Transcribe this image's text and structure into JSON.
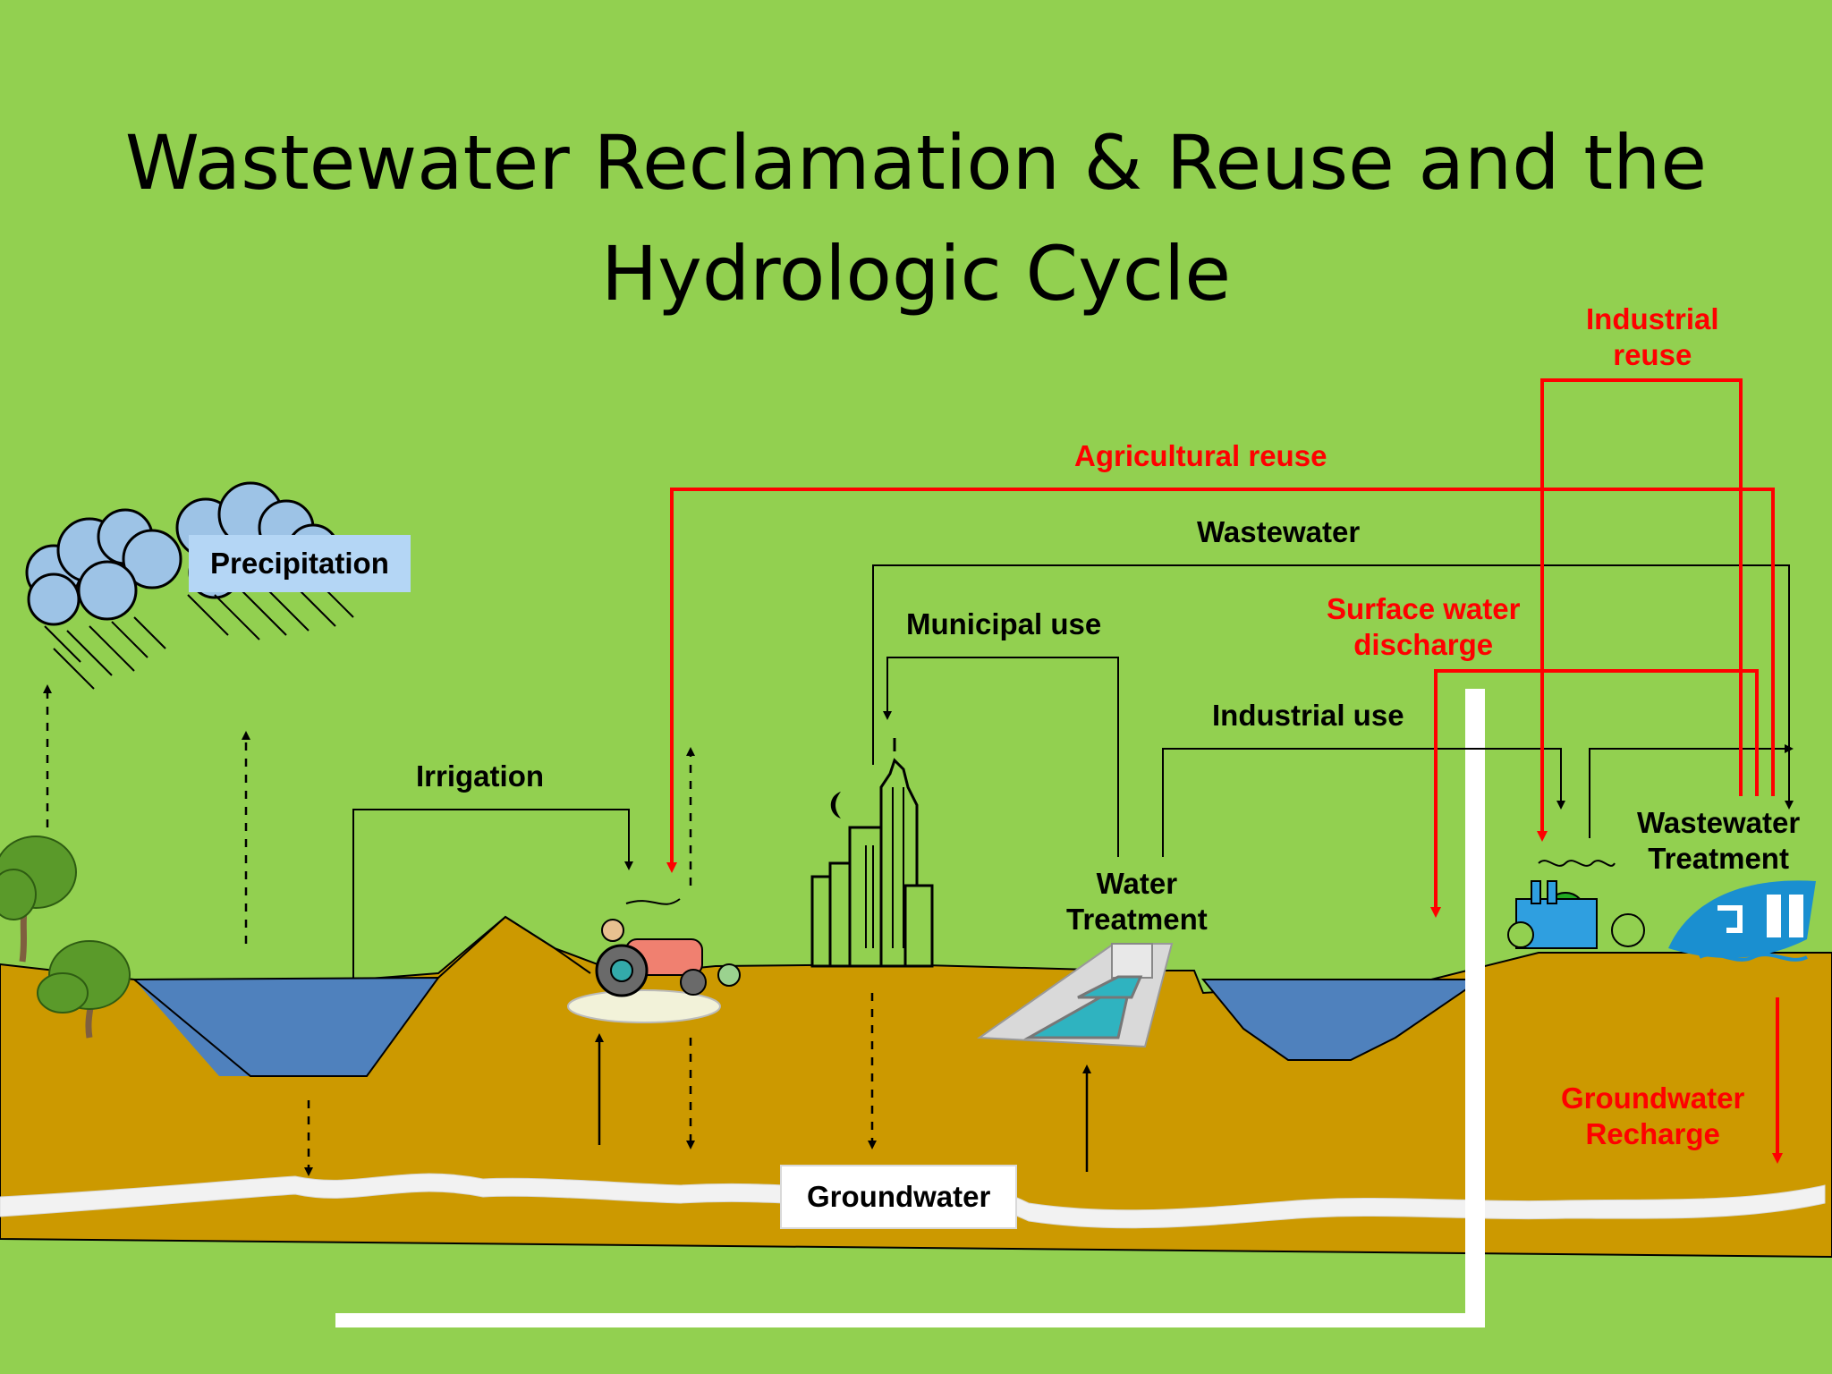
{
  "title": {
    "line1": "Wastewater Reclamation & Reuse and the",
    "line2": "Hydrologic Cycle"
  },
  "labels": {
    "precipitation": "Precipitation",
    "irrigation": "Irrigation",
    "municipal_use": "Municipal use",
    "wastewater": "Wastewater",
    "industrial_use": "Industrial use",
    "water_treatment": [
      "Water",
      "Treatment"
    ],
    "wastewater_treatment": [
      "Wastewater",
      "Treatment"
    ],
    "groundwater": "Groundwater"
  },
  "red_labels": {
    "agricultural_reuse": "Agricultural reuse",
    "industrial_reuse": [
      "Industrial",
      "reuse"
    ],
    "surface_water_discharge": [
      "Surface water",
      "discharge"
    ],
    "groundwater_recharge": [
      "Groundwater",
      "Recharge"
    ]
  },
  "colors": {
    "background": "#92d050",
    "soil": "#cc9900",
    "water": "#4f81bd",
    "reuse_flow": "#ff0000",
    "flow": "#000000",
    "groundwater_band": "#f2f2f2"
  }
}
